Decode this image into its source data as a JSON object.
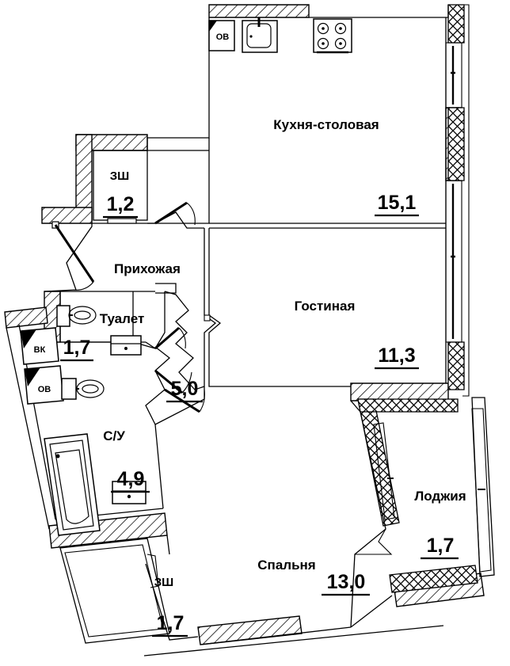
{
  "document": {
    "type": "apartment-floor-plan",
    "language": "ru",
    "background_color": "#ffffff",
    "line_color": "#000000"
  },
  "rooms": [
    {
      "id": "kitchen",
      "name": "Кухня-столовая",
      "area": "15,1"
    },
    {
      "id": "living",
      "name": "Гостиная",
      "area": "11,3"
    },
    {
      "id": "hall",
      "name": "Прихожая",
      "area": "5,0"
    },
    {
      "id": "toilet",
      "name": "Туалет",
      "area": "1,7"
    },
    {
      "id": "bathroom",
      "name": "С/У",
      "area": "4,9"
    },
    {
      "id": "bedroom",
      "name": "Спальня",
      "area": "13,0"
    },
    {
      "id": "loggia",
      "name": "Лоджия",
      "area": "1,7"
    },
    {
      "id": "closet1",
      "name": "ЗШ",
      "area": "1,2"
    },
    {
      "id": "closet2",
      "name": "ЗШ",
      "area": "1,7"
    }
  ],
  "shafts": [
    {
      "id": "shaft-ov-kitchen",
      "label": "ОВ"
    },
    {
      "id": "shaft-vk-bathroom",
      "label": "ВК"
    },
    {
      "id": "shaft-ov-bathroom",
      "label": "ОВ"
    }
  ],
  "fixtures": [
    {
      "id": "kitchen-sink",
      "name": "sink-icon"
    },
    {
      "id": "kitchen-stove",
      "name": "stove-icon"
    },
    {
      "id": "toilet-wc",
      "name": "toilet-icon"
    },
    {
      "id": "toilet-washbasin",
      "name": "washbasin-icon"
    },
    {
      "id": "bath-wc",
      "name": "toilet-icon"
    },
    {
      "id": "bath-washbasin",
      "name": "washbasin-icon"
    },
    {
      "id": "bathtub",
      "name": "bathtub-icon"
    }
  ]
}
